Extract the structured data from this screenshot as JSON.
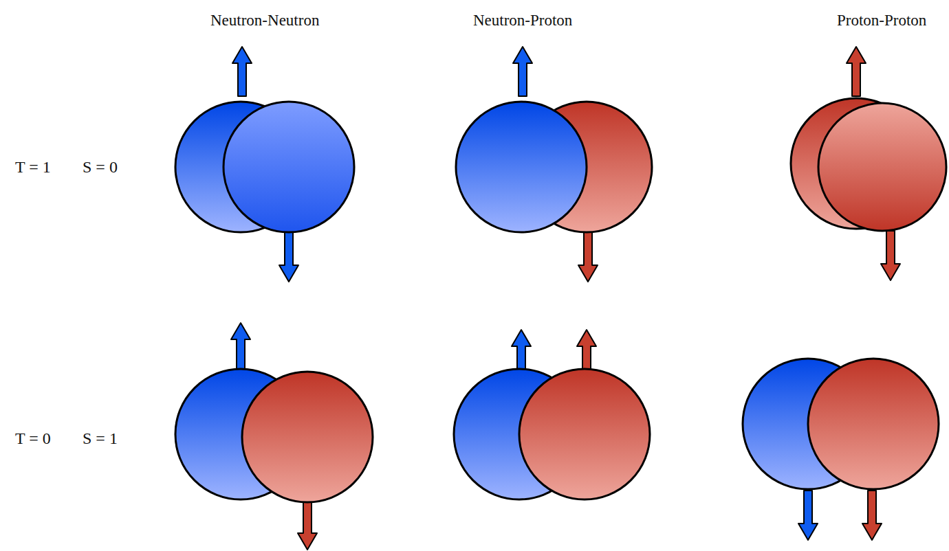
{
  "diagram": {
    "labels": [
      "Neutron-Neutron",
      "Neutron-Proton",
      "Proton-Proton",
      "T = 1",
      "S = 0",
      "T = 0",
      "S = 1"
    ]
  }
}
